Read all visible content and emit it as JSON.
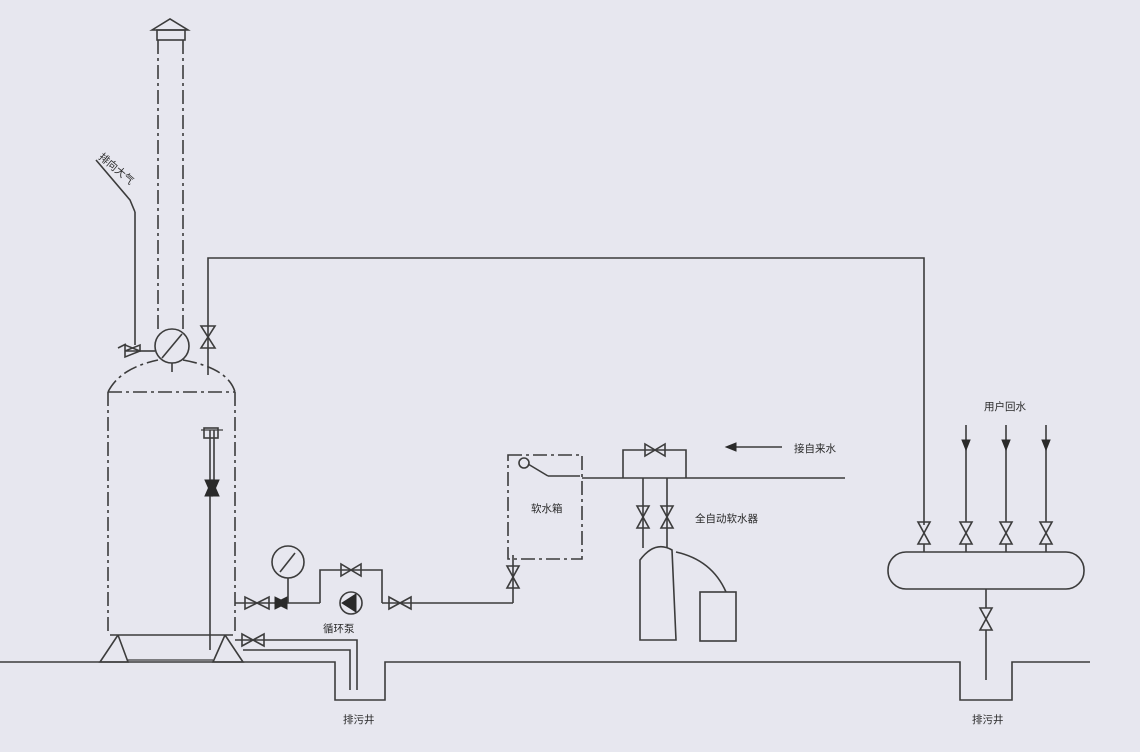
{
  "labels": {
    "vent_to_atmosphere": "排向大气",
    "soft_water_tank": "软水箱",
    "tap_water_inlet": "接自来水",
    "auto_softener": "全自动软水器",
    "user_return_water": "用户回水",
    "circulation_pump": "循环泵",
    "drain_well_left": "排污井",
    "drain_well_right": "排污井"
  }
}
